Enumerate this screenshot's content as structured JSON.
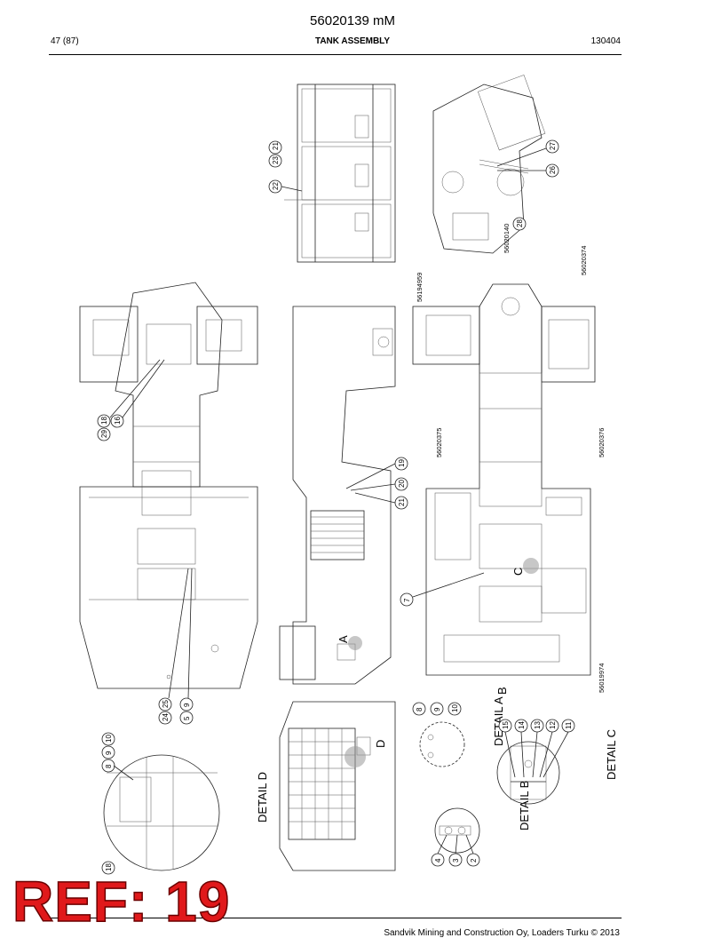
{
  "header": {
    "doc_number": "56020139 mM",
    "page": "47 (87)",
    "title": "TANK ASSEMBLY",
    "date": "130404"
  },
  "footer": {
    "copyright": "Sandvik Mining and Construction Oy, Loaders Turku © 2013"
  },
  "overlay": {
    "ref_label": "REF: 19"
  },
  "diagram": {
    "part_numbers": [
      "56194959",
      "56020140",
      "56020374",
      "56020375",
      "56020376",
      "56019974"
    ],
    "callouts": [
      "21",
      "23",
      "22",
      "27",
      "26",
      "28",
      "29",
      "18",
      "16",
      "19",
      "20",
      "21",
      "7",
      "25",
      "24",
      "9",
      "5",
      "8",
      "9",
      "10",
      "15",
      "14",
      "13",
      "12",
      "11",
      "4",
      "3",
      "2",
      "8",
      "9",
      "10",
      "18"
    ],
    "detail_labels": [
      "DETAIL A",
      "DETAIL B",
      "DETAIL C",
      "DETAIL D"
    ],
    "view_letters": [
      "A",
      "B",
      "C",
      "D"
    ]
  }
}
